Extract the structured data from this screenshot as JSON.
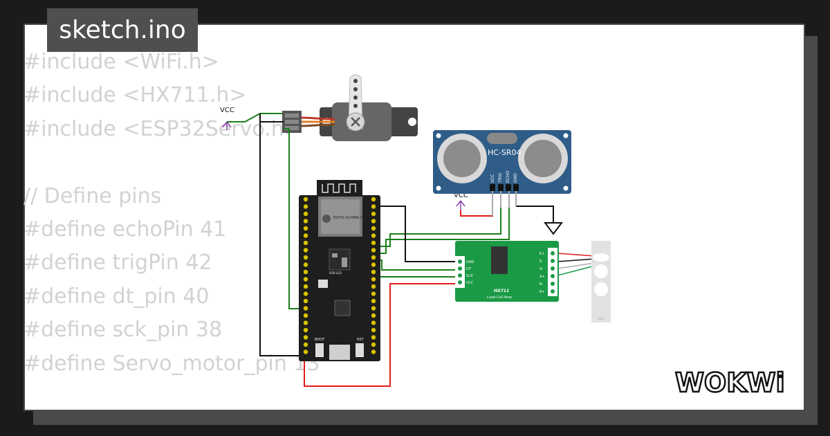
{
  "title": "sketch.ino",
  "code_lines": [
    "#include <WiFi.h>",
    "#include <HX711.h>",
    "#include <ESP32Servo.h>",
    "",
    "// Define pins",
    "#define echoPin 41",
    "#define trigPin 42",
    "#define dt_pin 40",
    "#define sck_pin 38",
    "#define Servo_motor_pin 13"
  ],
  "circuit": {
    "vcc_label": "VCC",
    "ultrasonic": {
      "name": "HC-SR04",
      "pins": [
        "VCC",
        "TRIG",
        "ECHO",
        "GND"
      ]
    },
    "hx711": {
      "name": "HX711",
      "subtitle": "Load Cell Amp",
      "left_pins": [
        "GND",
        "DT",
        "SCK",
        "VCC"
      ],
      "right_pins": [
        "E+",
        "E-",
        "A-",
        "A+",
        "B-",
        "B+"
      ]
    },
    "esp32": {
      "module": "ESP32-S2-MINI-1",
      "boot_label": "BOOT",
      "rst_label": "RST",
      "led_label": "RGB LED"
    },
    "loadcell": {
      "label": "1kg"
    }
  },
  "logo_text": "WOKWi",
  "colors": {
    "card_bg": "#ffffff",
    "code_text": "#d2d2d2",
    "wire_green": "#1a7f1a",
    "wire_red": "#e31b1b",
    "board": "#1e1e1e",
    "pcb_green": "#1a9a44",
    "sensor_blue": "#2f5d88"
  }
}
